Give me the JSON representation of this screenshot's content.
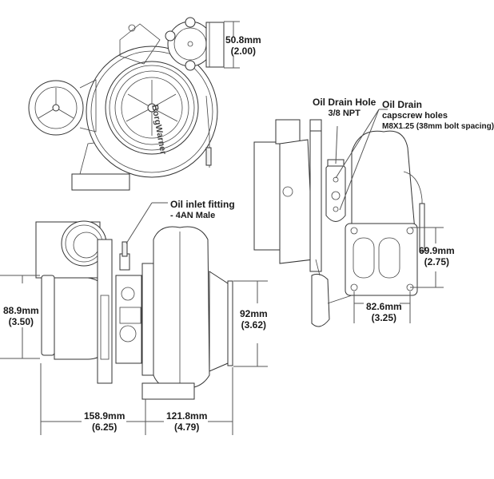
{
  "diagram": {
    "subject": "BorgWarner turbocharger dimensional drawing",
    "brand_text": "BorgWarner",
    "views": [
      "compressor-front-view",
      "side-view",
      "turbine-flange-view"
    ]
  },
  "labels": {
    "compressor_outlet": {
      "metric": "50.8mm",
      "imperial": "(2.00)"
    },
    "compressor_inlet": {
      "metric": "88.9mm",
      "imperial": "(3.50)"
    },
    "turbine_outlet": {
      "metric": "92mm",
      "imperial": "(3.62)"
    },
    "length_compressor_side": {
      "metric": "158.9mm",
      "imperial": "(6.25)"
    },
    "length_turbine_side": {
      "metric": "121.8mm",
      "imperial": "(4.79)"
    },
    "flange_height": {
      "metric": "69.9mm",
      "imperial": "(2.75)"
    },
    "flange_width": {
      "metric": "82.6mm",
      "imperial": "(3.25)"
    },
    "oil_inlet": {
      "line1": "Oil inlet fitting",
      "line2": "- 4AN Male"
    },
    "oil_drain_hole": {
      "line1": "Oil Drain Hole",
      "line2": "3/8 NPT"
    },
    "oil_drain_capscrew": {
      "line1": "Oil Drain",
      "line2": "capscrew holes",
      "line3": "M8X1.25 (38mm bolt spacing)"
    }
  }
}
